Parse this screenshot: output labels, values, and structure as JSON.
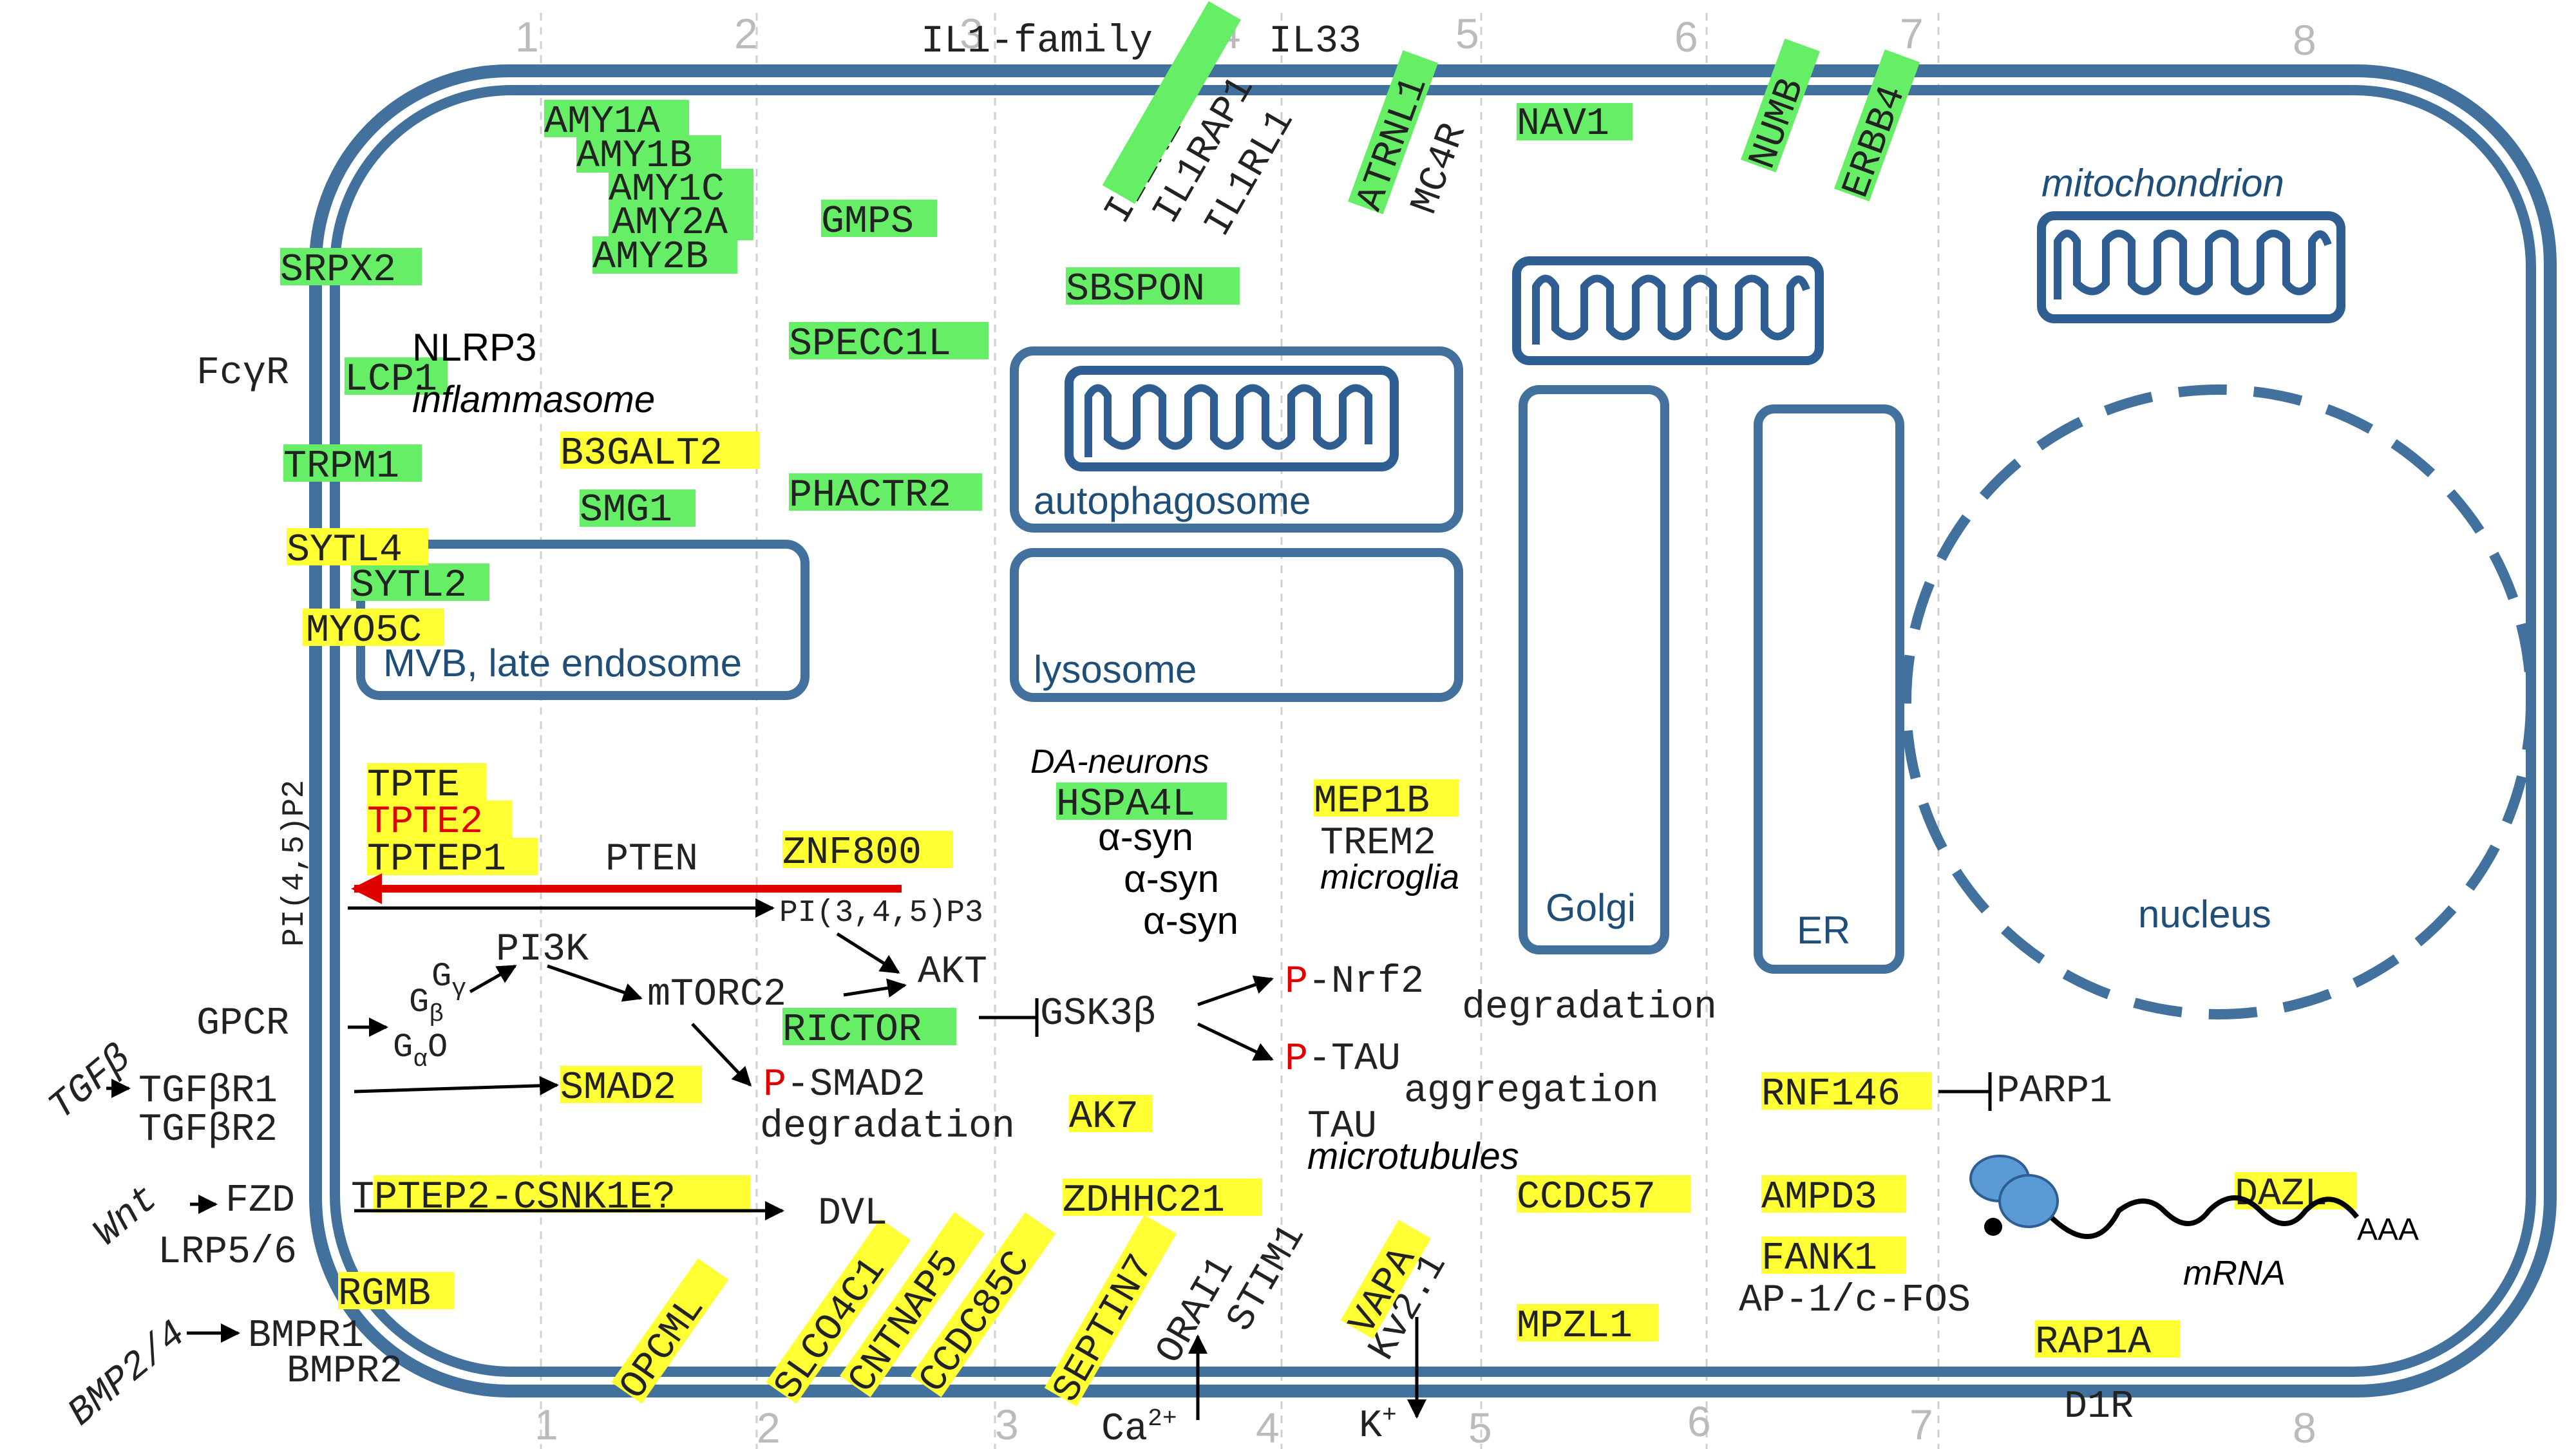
{
  "grid_numbers": [
    "1",
    "2",
    "3",
    "4",
    "5",
    "6",
    "7",
    "8"
  ],
  "organelles": {
    "mitochondrion": "mitochondrion",
    "autophagosome": "autophagosome",
    "lysosome": "lysosome",
    "mvb": "MVB, late endosome",
    "golgi": "Golgi",
    "er": "ER",
    "nucleus": "nucleus"
  },
  "extracellular": {
    "il1_family": "IL1-family",
    "il33": "IL33",
    "tgfb": "TGFβ",
    "wnt": "Wnt",
    "bmp": "BMP2/4",
    "ca": "Ca",
    "ca_sup": "2+",
    "k": "K",
    "k_sup": "+",
    "d1r": "D1R"
  },
  "receptors": {
    "il1r1": "IL1R1",
    "il1rl1": "IL1RL1",
    "mc4r": "MC4R",
    "fcgr": "FcγR",
    "gpcr": "GPCR",
    "tgfbr1": "TGFβR1",
    "tgfbr2": "TGFβR2",
    "fzd": "FZD",
    "lrp": "LRP5/6",
    "bmpr1": "BMPR1",
    "bmpr2": "BMPR2",
    "orai1": "ORAI1",
    "stim1": "STIM1",
    "kv21": "Kv2.1",
    "ap1": "AP-1/c-FOS"
  },
  "pathway": {
    "nlrp3": "NLRP3",
    "inflammasome": "inflammasome",
    "pip2": "PI(4,5)P2",
    "pip3": "PI(3,4,5)P3",
    "pten": "PTEN",
    "pi3k": "PI3K",
    "g_gamma": "G",
    "g_gamma_sub": "γ",
    "g_beta": "G",
    "g_beta_sub": "β",
    "g_alpha": "G",
    "g_alpha_sub": "α",
    "g_alpha_suffix": "O",
    "mtorc2": "mTORC2",
    "akt": "AKT",
    "gsk3b": "GSK3β",
    "p": "P",
    "nrf2": "-Nrf2",
    "nrf2_deg": "degradation",
    "tau": "-TAU",
    "tau_agg": "aggregation",
    "tau_plain": "TAU",
    "microtubules": "microtubules",
    "smad2": "-SMAD2",
    "smad2_deg": "degradation",
    "dvl": "DVL",
    "da_neurons": "DA-neurons",
    "asyn": "α-syn",
    "trem2": "TREM2",
    "microglia": "microglia",
    "parp1": "PARP1",
    "mrna": "mRNA",
    "polya": "AAA"
  },
  "genes_green": [
    "AMY1A",
    "AMY1B",
    "AMY1C",
    "AMY2A",
    "AMY2B",
    "GMPS",
    "SRPX2",
    "LCP1",
    "SPECC1L",
    "TRPM1",
    "SMG1",
    "PHACTR2",
    "SYTL2",
    "SBSPON",
    "NAV1",
    "HSPA4L",
    "RICTOR",
    "IL1RAP1",
    "ATRNL1",
    "NUMB",
    "ERBB4"
  ],
  "genes_yellow": [
    "B3GALT2",
    "SYTL4",
    "MYO5C",
    "TPTE",
    "TPTE2",
    "TPTEP1",
    "ZNF800",
    "MEP1B",
    "SMAD2",
    "AK7",
    "RNF146",
    "TPTEP2-CSNK1E?",
    "ZDHHC21",
    "CCDC57",
    "AMPD3",
    "FANK1",
    "DAZL",
    "RGMB",
    "MPZL1",
    "RAP1A",
    "OPCML",
    "SLCO4C1",
    "CNTNAP5",
    "CCDC85C",
    "SEPTIN7",
    "VAPA"
  ],
  "colors": {
    "membrane": "#41719c",
    "organelle": "#2e5e92",
    "green_highlight": "#66ee66",
    "yellow_highlight": "#ffff33",
    "red": "#e00000",
    "ribosome": "#5b9bd5"
  }
}
